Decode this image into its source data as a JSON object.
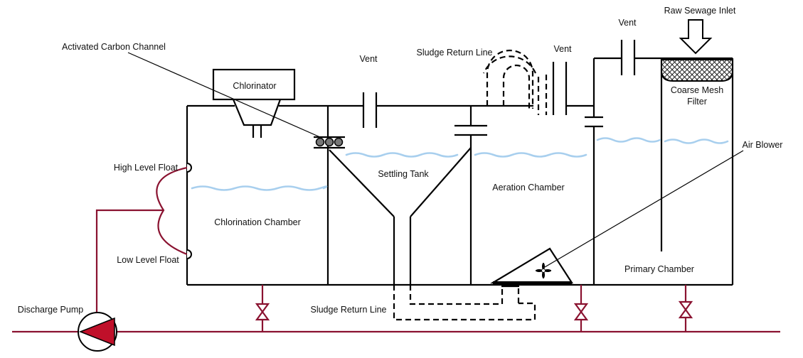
{
  "labels": {
    "raw_sewage_inlet": "Raw Sewage Inlet",
    "vent_primary": "Vent",
    "vent_aeration": "Vent",
    "vent_settling": "Vent",
    "sludge_return_top": "Sludge Return Line",
    "activated_carbon": "Activated Carbon Channel",
    "chlorinator": "Chlorinator",
    "coarse_mesh_line1": "Coarse Mesh",
    "coarse_mesh_line2": "Filter",
    "air_blower": "Air Blower",
    "settling_tank": "Settling Tank",
    "aeration_chamber": "Aeration Chamber",
    "high_level_float": "High Level Float",
    "low_level_float": "Low Level Float",
    "chlorination_chamber": "Chlorination Chamber",
    "primary_chamber": "Primary Chamber",
    "discharge_pump": "Discharge Pump",
    "sludge_return_bottom": "Sludge Return Line"
  },
  "colors": {
    "pipe": "#8a1230",
    "pump_fill": "#c0102a",
    "water": "#a8cfee",
    "filter_fill": "#333333"
  },
  "icons": {
    "inlet": "down-arrow-icon",
    "blower": "fan-icon",
    "pump": "pump-icon",
    "valve": "gate-valve-icon"
  }
}
